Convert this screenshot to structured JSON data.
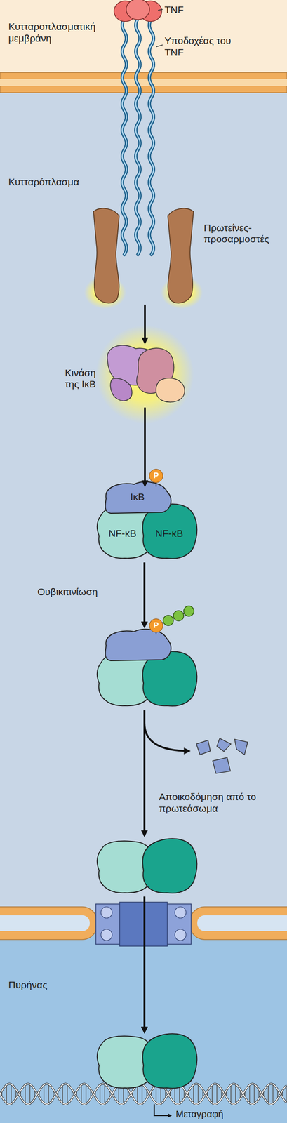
{
  "diagram": {
    "nodes": [
      {
        "text": [
          "Πρωτεΐνες-προσαρμοστές"
        ]
      },
      {
        "text": [
          "Κινάση της ΙκΒ"
        ]
      },
      {
        "text": [
          "P"
        ]
      },
      {
        "text": [
          "ΙκΒ"
        ]
      },
      {
        "text": [
          "NF-κΒ"
        ]
      },
      {
        "text": [
          "NF-κΒ"
        ]
      },
      {
        "text": [
          "P"
        ]
      }
    ],
    "edges": [
      {
        "from": 0,
        "to": 1,
        "arrow": "to"
      },
      {
        "from": 1,
        "to": 3,
        "arrow": "to"
      }
    ],
    "labels": [
      "TNF",
      "Κυτταροπλασματική μεμβράνη",
      "Υποδοχέας του TNF",
      "Κυτταρόπλασμα",
      "Ουβικιτινίωση",
      "Αποικοδόμηση από το πρωτεάσωμα",
      "Πυρήνας",
      "Μεταγραφή"
    ]
  }
}
